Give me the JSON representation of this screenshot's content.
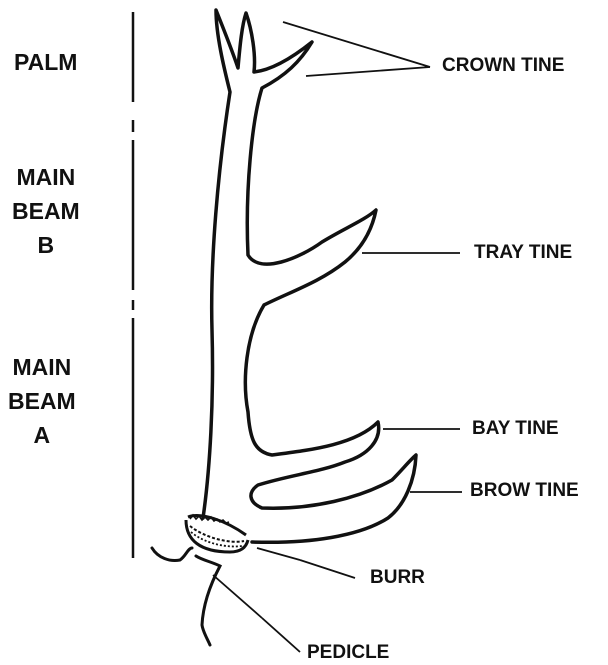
{
  "sections": {
    "palm": "PALM",
    "main_beam_b": [
      "MAIN",
      "BEAM",
      "B"
    ],
    "main_beam_a": [
      "MAIN",
      "BEAM",
      "A"
    ]
  },
  "parts": {
    "crown_tine": "CROWN TINE",
    "tray_tine": "TRAY TINE",
    "bay_tine": "BAY TINE",
    "brow_tine": "BROW TINE",
    "burr": "BURR",
    "pedicle": "PEDICLE"
  },
  "colors": {
    "ink": "#111111",
    "background": "#ffffff"
  }
}
